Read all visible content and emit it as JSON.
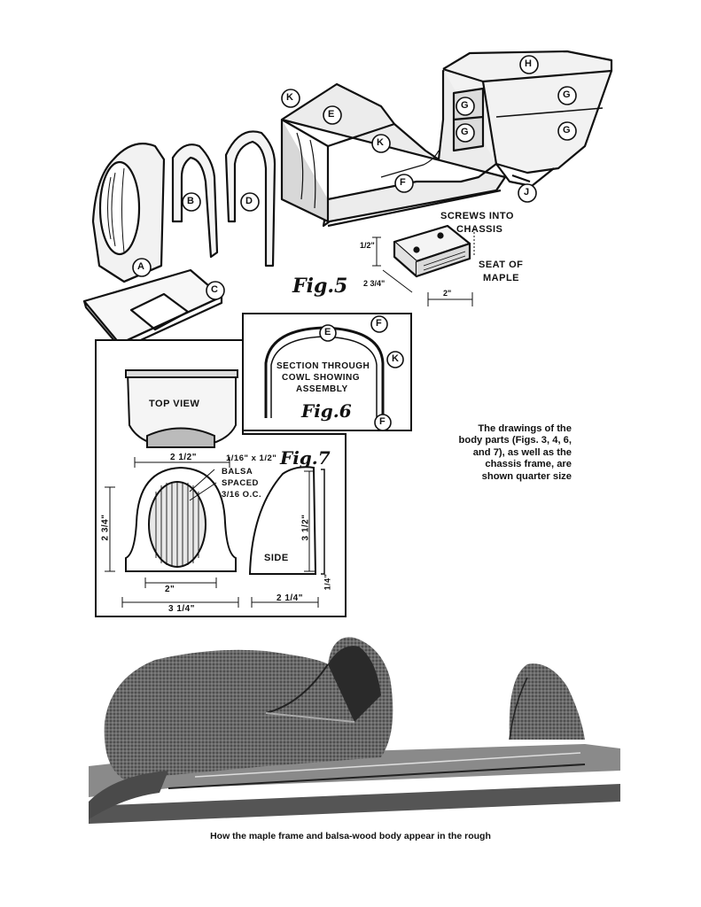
{
  "fig5": {
    "title": "Fig.5",
    "part_letters": [
      "A",
      "B",
      "C",
      "D",
      "E",
      "F",
      "G",
      "H",
      "J",
      "K"
    ],
    "screws_label_line1": "SCREWS INTO",
    "screws_label_line2": "CHASSIS",
    "seat_label_line1": "SEAT OF",
    "seat_label_line2": "MAPLE",
    "dim_height": "1/2\"",
    "dim_depth": "2 3/4\"",
    "dim_width": "2\""
  },
  "fig6": {
    "title": "Fig.6",
    "section_line1": "SECTION THROUGH",
    "section_line2": "COWL SHOWING",
    "section_line3": "ASSEMBLY",
    "letters": [
      "E",
      "F",
      "K",
      "F"
    ]
  },
  "fig7": {
    "title": "Fig.7",
    "top_view": "TOP VIEW",
    "side": "SIDE",
    "balsa_line1": "1/16\" x 1/2\"",
    "balsa_line2": "BALSA",
    "balsa_line3": "SPACED",
    "balsa_line4": "3/16 O.C.",
    "dim_top_width": "2 1/2\"",
    "dim_height_left": "2 3/4\"",
    "dim_inner_width": "2\"",
    "dim_base_width": "3 1/4\"",
    "dim_side_height": "3 1/2\"",
    "dim_side_width": "2 1/4\"",
    "dim_side_thickness": "1/4\""
  },
  "caption_right": "The drawings of the body parts (Figs. 3, 4, 6, and 7), as well as the chassis frame, are shown quarter size",
  "caption_bottom": "How the maple frame and balsa-wood body appear in the rough"
}
